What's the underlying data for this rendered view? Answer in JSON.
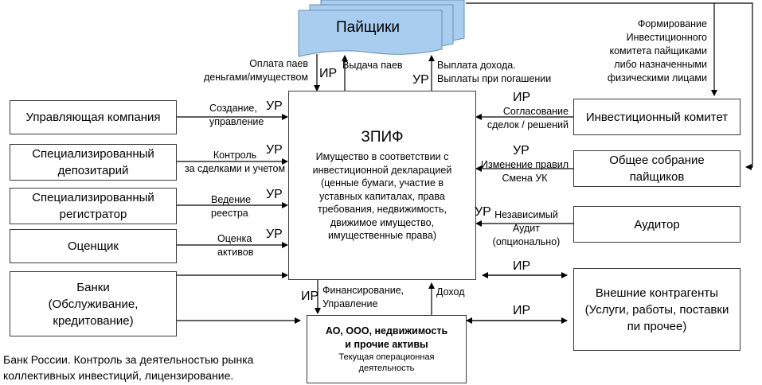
{
  "paishchiki": "Пайщики",
  "zpif": {
    "title": "ЗПИФ",
    "desc": [
      "Имущество в соответствии с",
      "инвестиционной декларацией",
      "(ценные бумаги, участие в",
      "уставных капиталах, права",
      "требования, недвижимость,",
      "движимое имущество,",
      "имущественные права)"
    ]
  },
  "left_boxes": {
    "management": "Управляющая компания",
    "depository": [
      "Специализированный",
      "депозитарий"
    ],
    "registrar": [
      "Специализированный",
      "регистратор"
    ],
    "appraiser": "Оценщик",
    "banks": [
      "Банки",
      "(Обслуживание,",
      "кредитование)"
    ]
  },
  "right_boxes": {
    "committee": "Инвестиционный комитет",
    "meeting": [
      "Общее собрание",
      "пайщиков"
    ],
    "auditor": "Аудитор",
    "contractors": [
      "Внешние контрагенты",
      "(Услуги, работы, поставки",
      "пи прочее)"
    ]
  },
  "assets": {
    "title": [
      "АО, ООО, недвижимость",
      "и прочие активы"
    ],
    "sub": [
      "Текущая операционная",
      "деятельность"
    ]
  },
  "labels": {
    "payment": [
      "Оплата паев",
      "деньгами/имуществом"
    ],
    "issue": "Выдача паев",
    "income_payout": [
      "Выплата дохода.",
      "Выплаты при погашении"
    ],
    "committee_formation": [
      "Формирование",
      "Инвестиционного",
      "комитета пайщиками",
      "либо назначенными",
      "физическими лицами"
    ],
    "creation": [
      "Создание,",
      "управление"
    ],
    "control": [
      "Контроль",
      "за сделками и учетом"
    ],
    "registry": [
      "Ведение",
      "реестра"
    ],
    "valuation": [
      "Оценка",
      "активов"
    ],
    "approval": [
      "Согласование",
      "сделок / решений"
    ],
    "rules_change": [
      "Изменение правил",
      "Смена УК"
    ],
    "audit": [
      "Независимый",
      "Аудит",
      "(опционально)"
    ],
    "financing": [
      "Финансирование,",
      "Управление"
    ],
    "income": "Доход",
    "bank_of_russia": [
      "Банк России. Контроль за деятельностью рынка",
      "коллективных инвестиций,  лицензирование."
    ]
  },
  "tags": {
    "ir": "ИР",
    "ur": "УР"
  }
}
